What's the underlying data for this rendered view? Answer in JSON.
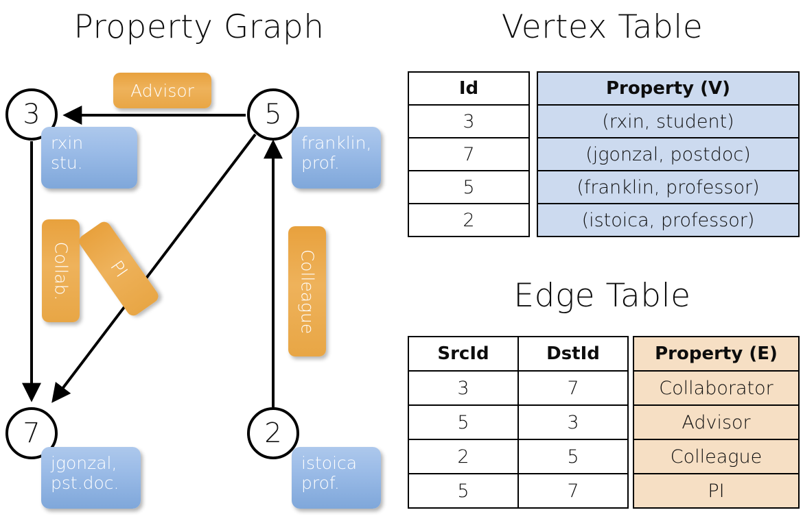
{
  "titles": {
    "graph": "Property Graph",
    "vertex_table": "Vertex Table",
    "edge_table": "Edge Table"
  },
  "colors": {
    "vertex_property_fill": "#ccdaef",
    "edge_property_fill": "#f6dfc4",
    "node_property_box": "#9dbde8",
    "edge_label_box": "#eeb25b",
    "stroke": "#000000"
  },
  "graph": {
    "nodes": [
      {
        "id": "3",
        "property_line1": "rxin",
        "property_line2": "stu."
      },
      {
        "id": "5",
        "property_line1": "franklin,",
        "property_line2": "prof."
      },
      {
        "id": "7",
        "property_line1": "jgonzal,",
        "property_line2": "pst.doc."
      },
      {
        "id": "2",
        "property_line1": "istoica",
        "property_line2": "prof."
      }
    ],
    "edge_labels": [
      {
        "name": "advisor",
        "text": "Advisor",
        "orientation": "horizontal"
      },
      {
        "name": "collab",
        "text": "Collab.",
        "orientation": "vertical"
      },
      {
        "name": "pi",
        "text": "PI",
        "orientation": "diagonal"
      },
      {
        "name": "colleague",
        "text": "Colleague",
        "orientation": "vertical"
      }
    ],
    "edges": [
      {
        "from": "5",
        "to": "3",
        "label": "Advisor"
      },
      {
        "from": "3",
        "to": "7",
        "label": "Collab."
      },
      {
        "from": "5",
        "to": "7",
        "label": "PI"
      },
      {
        "from": "2",
        "to": "5",
        "label": "Colleague"
      }
    ]
  },
  "vertex_table": {
    "headers": {
      "id": "Id",
      "property": "Property (V)"
    },
    "rows": [
      {
        "id": "3",
        "property": "(rxin, student)"
      },
      {
        "id": "7",
        "property": "(jgonzal, postdoc)"
      },
      {
        "id": "5",
        "property": "(franklin, professor)"
      },
      {
        "id": "2",
        "property": "(istoica, professor)"
      }
    ]
  },
  "edge_table": {
    "headers": {
      "src": "SrcId",
      "dst": "DstId",
      "property": "Property (E)"
    },
    "rows": [
      {
        "src": "3",
        "dst": "7",
        "property": "Collaborator"
      },
      {
        "src": "5",
        "dst": "3",
        "property": "Advisor"
      },
      {
        "src": "2",
        "dst": "5",
        "property": "Colleague"
      },
      {
        "src": "5",
        "dst": "7",
        "property": "PI"
      }
    ]
  }
}
